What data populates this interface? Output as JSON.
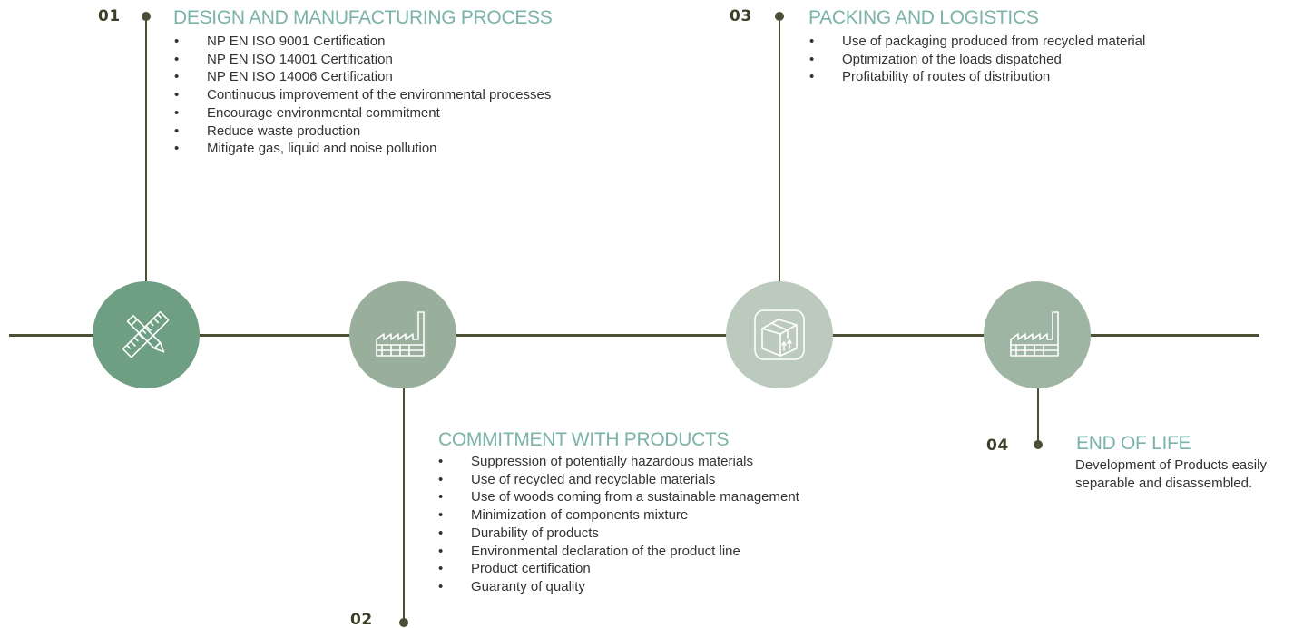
{
  "colors": {
    "line": "#4a4f36",
    "title": "#7bb3a8",
    "circle_1": "#6f9f82",
    "circle_2": "#9aae9c",
    "circle_3": "#bccabe",
    "circle_4": "#9fb5a3"
  },
  "steps": [
    {
      "number": "01",
      "title": "DESIGN AND  MANUFACTURING PROCESS",
      "icon": "ruler-pencil-icon",
      "items": [
        "NP EN ISO 9001 Certification",
        "NP EN ISO 14001 Certification",
        "NP EN ISO 14006 Certification",
        "Continuous improvement of the environmental processes",
        "Encourage environmental commitment",
        "Reduce waste production",
        "Mitigate gas, liquid and noise pollution"
      ]
    },
    {
      "number": "02",
      "title": "COMMITMENT WITH PRODUCTS",
      "icon": "factory-icon",
      "items": [
        "Suppression of potentially hazardous materials",
        "Use of recycled and recyclable materials",
        "Use of woods coming from a sustainable management",
        "Minimization of components mixture",
        "Durability of products",
        "Environmental declaration of the product line",
        "Product certification",
        "Guaranty of quality"
      ]
    },
    {
      "number": "03",
      "title": "PACKING AND LOGISTICS",
      "icon": "package-box-icon",
      "items": [
        "Use of packaging produced from recycled material",
        "Optimization of the loads dispatched",
        "Profitability of routes of distribution"
      ]
    },
    {
      "number": "04",
      "title": "END OF LIFE",
      "icon": "factory-icon",
      "description": "Development of Products easily separable and disassembled."
    }
  ]
}
